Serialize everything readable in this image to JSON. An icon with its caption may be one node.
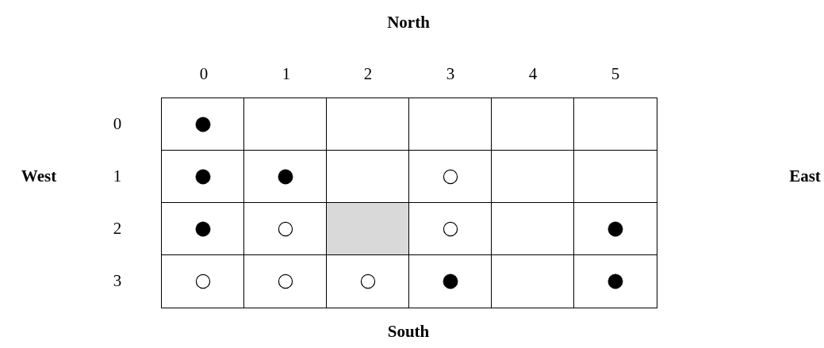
{
  "diagram": {
    "nodes": [
      {
        "text": [],
        "shape": "box"
      },
      {
        "text": [],
        "shape": "dot",
        "in": 0
      },
      {
        "text": [],
        "shape": "box"
      },
      {
        "text": [],
        "shape": "box"
      },
      {
        "text": [],
        "shape": "box"
      },
      {
        "text": [],
        "shape": "box"
      },
      {
        "text": [],
        "shape": "box"
      },
      {
        "text": [],
        "shape": "box"
      },
      {
        "text": [],
        "shape": "dot",
        "in": 7
      },
      {
        "text": [],
        "shape": "box"
      },
      {
        "text": [],
        "shape": "dot",
        "in": 9
      },
      {
        "text": [],
        "shape": "box"
      },
      {
        "text": [],
        "shape": "box"
      },
      {
        "text": [],
        "shape": "circle",
        "in": 12
      },
      {
        "text": [],
        "shape": "box"
      },
      {
        "text": [],
        "shape": "box"
      },
      {
        "text": [],
        "shape": "box"
      },
      {
        "text": [],
        "shape": "dot",
        "in": 16
      },
      {
        "text": [],
        "shape": "box"
      },
      {
        "text": [],
        "shape": "circle",
        "in": 18
      },
      {
        "text": [],
        "shape": "block"
      },
      {
        "text": [],
        "shape": "box"
      },
      {
        "text": [],
        "shape": "circle",
        "in": 21
      },
      {
        "text": [],
        "shape": "box"
      },
      {
        "text": [],
        "shape": "box"
      },
      {
        "text": [],
        "shape": "dot",
        "in": 24
      },
      {
        "text": [],
        "shape": "box"
      },
      {
        "text": [],
        "shape": "circle",
        "in": 26
      },
      {
        "text": [],
        "shape": "box"
      },
      {
        "text": [],
        "shape": "circle",
        "in": 28
      },
      {
        "text": [],
        "shape": "box"
      },
      {
        "text": [],
        "shape": "circle",
        "in": 30
      },
      {
        "text": [],
        "shape": "box"
      },
      {
        "text": [],
        "shape": "dot",
        "in": 32
      },
      {
        "text": [],
        "shape": "box"
      },
      {
        "text": [],
        "shape": "box"
      },
      {
        "text": [],
        "shape": "dot",
        "in": 35
      }
    ],
    "labels": [
      "North",
      "0",
      "1",
      "2",
      "3",
      "4",
      "5",
      "0",
      "West",
      "1",
      "East",
      "2",
      "3",
      "South"
    ]
  }
}
